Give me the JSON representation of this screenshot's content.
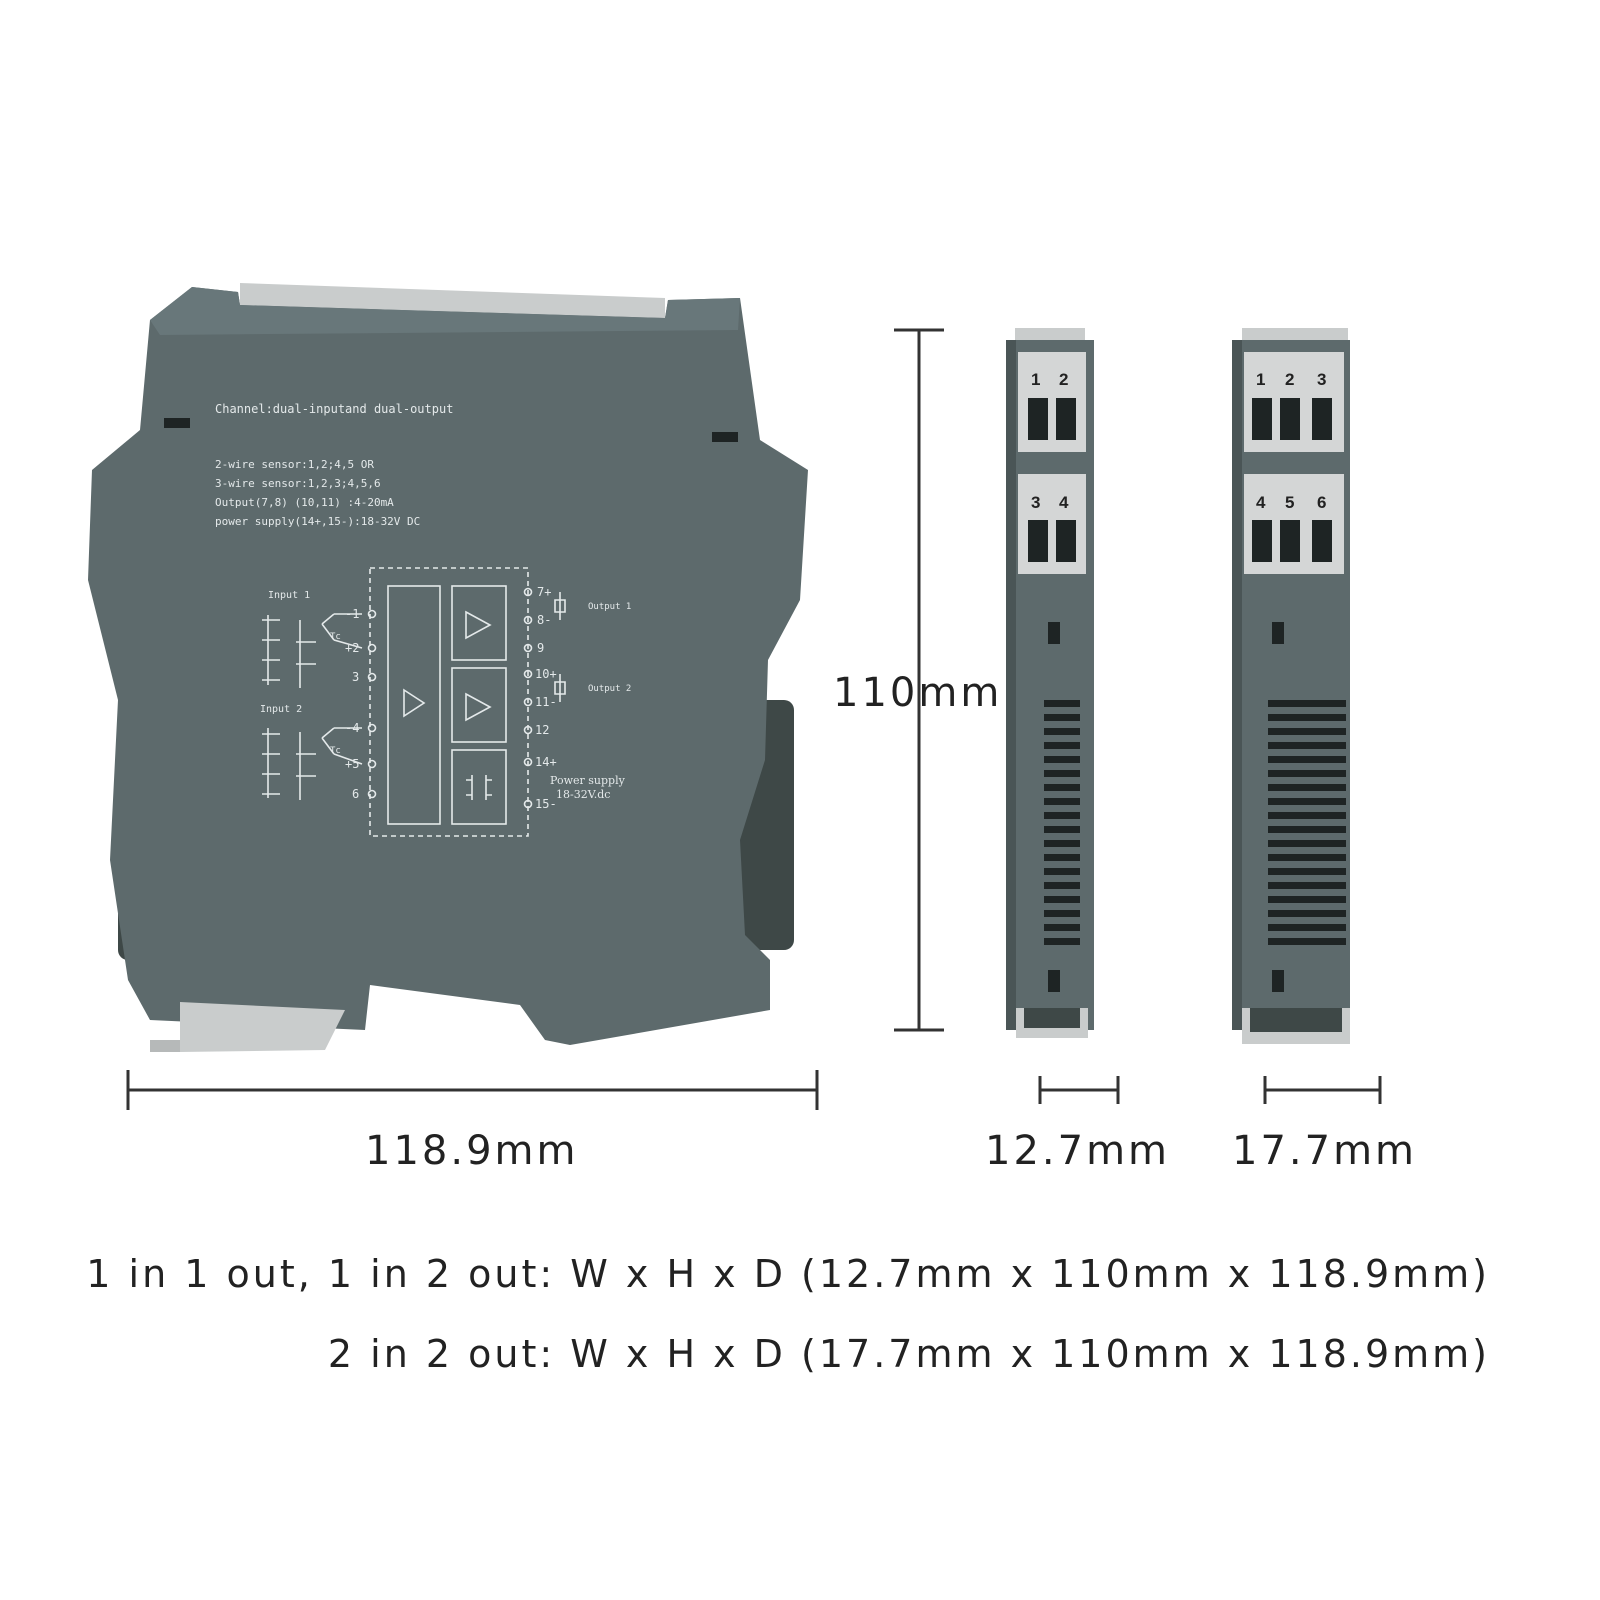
{
  "module_front": {
    "channel_label": "Channel:dual-inputand dual-output",
    "spec_lines": [
      "2-wire sensor:1,2;4,5 OR",
      "3-wire sensor:1,2,3;4,5,6",
      "Output(7,8) (10,11) :4-20mA",
      "power supply(14+,15-):18-32V DC"
    ],
    "input1_label": "Input 1",
    "input2_label": "Input 2",
    "output1_label": "Output 1",
    "output2_label": "Output 2",
    "tc_label": "Tc",
    "power_label_1": "Power supply",
    "power_label_2": "18-32V.dc",
    "left_terminals": [
      "-1",
      "+2",
      "3",
      "-4",
      "+5",
      "6"
    ],
    "right_terminals": [
      "7+",
      "8-",
      "9",
      "10+",
      "11-",
      "12",
      "14+",
      "15-"
    ]
  },
  "narrow_module": {
    "terminals": [
      "1",
      "2",
      "3",
      "4"
    ]
  },
  "wide_module": {
    "terminals": [
      "1",
      "2",
      "3",
      "4",
      "5",
      "6"
    ]
  },
  "dimensions": {
    "height": "110mm",
    "depth": "118.9mm",
    "narrow_width": "12.7mm",
    "wide_width": "17.7mm"
  },
  "captions": {
    "line1": "1 in 1 out, 1 in 2 out: W x H x D (12.7mm x 110mm x 118.9mm)",
    "line2": "2 in 2 out: W x H x D (17.7mm x 110mm x 118.9mm)"
  },
  "colors": {
    "housing": "#5d6a6c",
    "housing_dark": "#46504f",
    "terminal_block": "#d4d6d6",
    "rail_clip": "#c9cccc",
    "print": "#e4e9ea",
    "dimension_line": "#333333"
  }
}
